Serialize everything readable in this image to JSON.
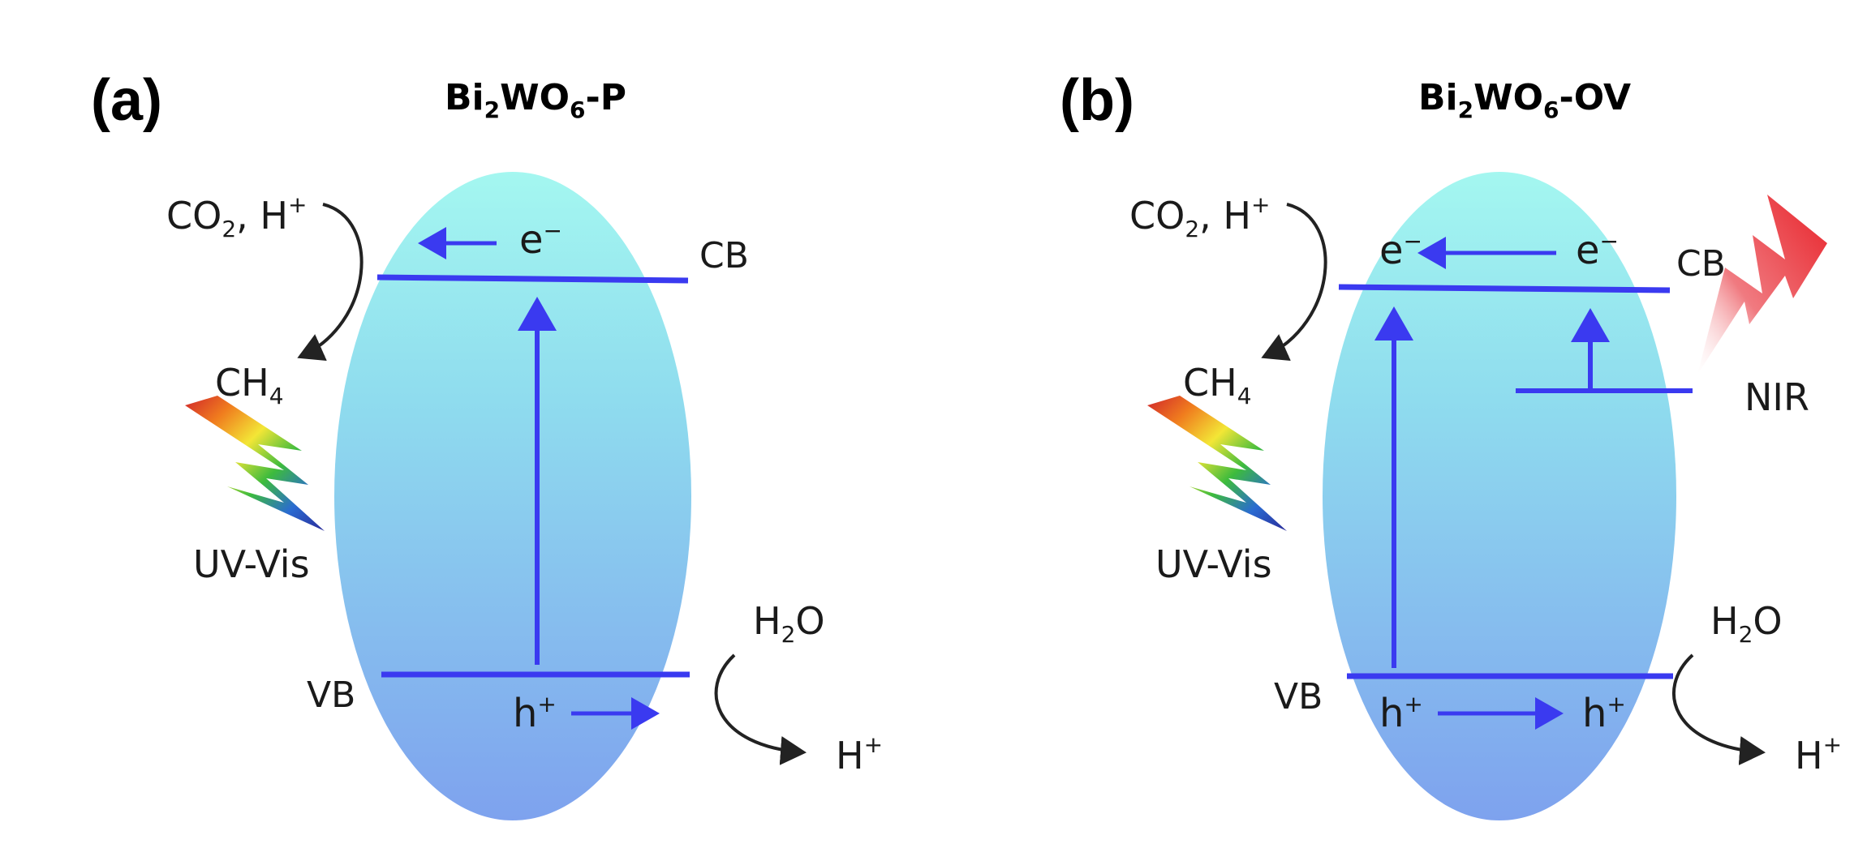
{
  "panels": [
    {
      "label": "(a)",
      "title": {
        "base": "Bi",
        "s1": "2",
        "mid": "WO",
        "s2": "6",
        "tail": "-P"
      },
      "cb_label": "CB",
      "vb_label": "VB",
      "electrons": [
        "e"
      ],
      "holes": [
        "h"
      ],
      "reactant_top": {
        "a": "CO",
        "a_sub": "2",
        "b": ", H",
        "b_sup": "+"
      },
      "product_top": {
        "a": "CH",
        "a_sub": "4"
      },
      "reactant_bottom": {
        "a": "H",
        "a_sub": "2",
        "b": "O"
      },
      "product_bottom": {
        "a": "H",
        "a_sup": "+"
      },
      "light_label": "UV-Vis"
    },
    {
      "label": "(b)",
      "title": {
        "base": "Bi",
        "s1": "2",
        "mid": "WO",
        "s2": "6",
        "tail": "-OV"
      },
      "cb_label": "CB",
      "vb_label": "VB",
      "electrons": [
        "e",
        "e"
      ],
      "holes": [
        "h",
        "h"
      ],
      "reactant_top": {
        "a": "CO",
        "a_sub": "2",
        "b": ", H",
        "b_sup": "+"
      },
      "product_top": {
        "a": "CH",
        "a_sub": "4"
      },
      "reactant_bottom": {
        "a": "H",
        "a_sub": "2",
        "b": "O"
      },
      "product_bottom": {
        "a": "H",
        "a_sup": "+"
      },
      "light_label": "UV-Vis",
      "nir_label": "NIR"
    }
  ],
  "superscripts": {
    "electron": "−",
    "hole": "+"
  },
  "colors": {
    "band_line": "#3a3af0",
    "ellipse_top": "#9ff5ee",
    "ellipse_bottom": "#7fa8ef",
    "curve": "#222222",
    "nir": "#e8232a"
  }
}
